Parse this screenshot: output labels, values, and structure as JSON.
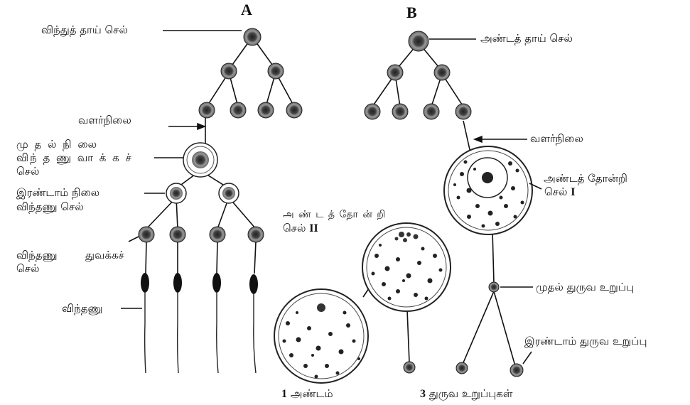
{
  "panel_a": {
    "letter": "A",
    "labels": {
      "mother_cell": "விந்துத் தாய் செல்",
      "growth": "வளர்நிலை",
      "primary_line1": "மு த ல் நி லை",
      "primary_line2": "விந் த ணு வா க் க ச்",
      "primary_line3": "செல்",
      "secondary_line1": "இரண்டாம் நிலை",
      "secondary_line2": "விந்தணு செல்",
      "spermatid_line1a": "விந்தணு",
      "spermatid_line1b": "துவக்கச்",
      "spermatid_line2": "செல்",
      "sperm": "விந்தணு"
    }
  },
  "panel_b": {
    "letter": "B",
    "labels": {
      "mother_cell": "அண்டத் தாய் செல்",
      "growth": "வளர்நிலை",
      "oocyte1_line1": "அண்டத் தோன்றி",
      "oocyte1_line2": "செல்",
      "oocyte1_numeral": "I",
      "oocyte2_line1": "அ ண் ட த் தோ ன் றி",
      "oocyte2_line2": "செல்",
      "oocyte2_numeral": "II",
      "first_polar": "முதல் துருவ உறுப்பு",
      "second_polar": "இரண்டாம் துருவ உறுப்பு",
      "ovum_count": "1",
      "ovum": "அண்டம்",
      "polar_count": "3",
      "polar_bodies": "துருவ உறுப்புகள்"
    }
  }
}
